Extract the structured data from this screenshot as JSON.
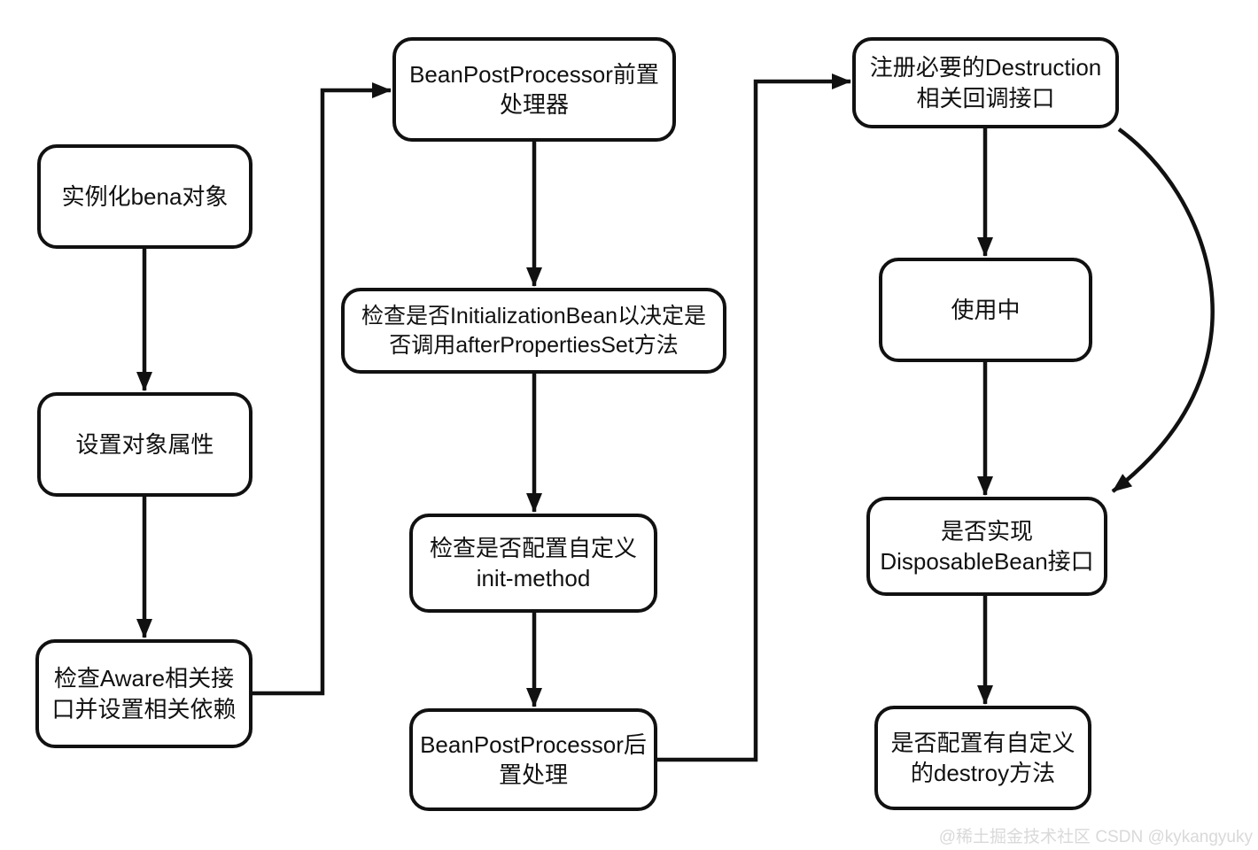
{
  "diagram": {
    "title": "Spring Bean lifecycle flowchart",
    "nodes": [
      {
        "id": "instantiate-bean",
        "lines": [
          "实例化bena对象"
        ]
      },
      {
        "id": "set-properties",
        "lines": [
          "设置对象属性"
        ]
      },
      {
        "id": "check-aware",
        "lines": [
          "检查Aware相关接",
          "口并设置相关依赖"
        ]
      },
      {
        "id": "bpp-before",
        "lines": [
          "BeanPostProcessor前置",
          "处理器"
        ]
      },
      {
        "id": "check-initialization",
        "lines": [
          "检查是否InitializationBean以决定是",
          "否调用afterPropertiesSet方法"
        ]
      },
      {
        "id": "check-init-method",
        "lines": [
          "检查是否配置自定义",
          "init-method"
        ]
      },
      {
        "id": "bpp-after",
        "lines": [
          "BeanPostProcessor后",
          "置处理"
        ]
      },
      {
        "id": "register-destruction",
        "lines": [
          "注册必要的Destruction",
          "相关回调接口"
        ]
      },
      {
        "id": "in-use",
        "lines": [
          "使用中"
        ]
      },
      {
        "id": "check-disposable-bean",
        "lines": [
          "是否实现",
          "DisposableBean接口"
        ]
      },
      {
        "id": "check-destroy-method",
        "lines": [
          "是否配置有自定义",
          "的destroy方法"
        ]
      }
    ],
    "edges": [
      "instantiate-bean -> set-properties",
      "set-properties -> check-aware",
      "check-aware -> bpp-before",
      "bpp-before -> check-initialization",
      "check-initialization -> check-init-method",
      "check-init-method -> bpp-after",
      "bpp-after -> register-destruction",
      "register-destruction -> in-use",
      "in-use -> check-disposable-bean",
      "check-disposable-bean -> check-destroy-method",
      "register-destruction -> check-disposable-bean (curve)"
    ],
    "watermark": [
      "@稀土掘金技术社区",
      "CSDN @kykangyuky"
    ]
  },
  "colors": {
    "line": "#111111",
    "box_background": "#ffffff",
    "page_background": "#ffffff",
    "watermark": "#d9d9d9"
  }
}
